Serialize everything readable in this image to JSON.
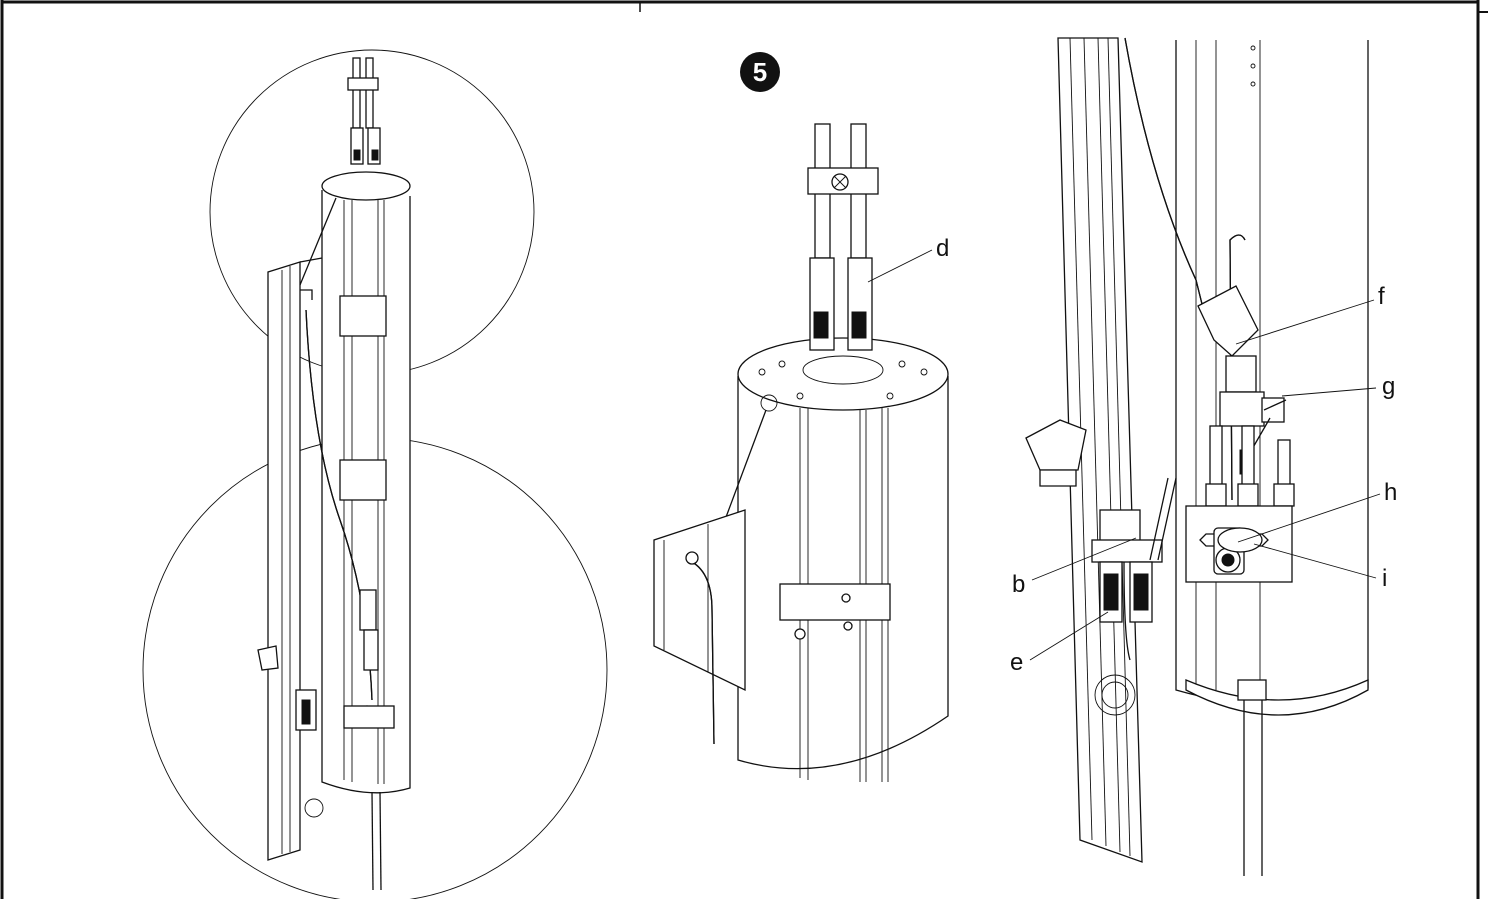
{
  "figure": {
    "step_number": "5",
    "labels": {
      "b": "b",
      "d": "d",
      "e": "e",
      "f": "f",
      "g": "g",
      "h": "h",
      "i": "i"
    },
    "colors": {
      "ink": "#111111",
      "background": "#ffffff"
    }
  }
}
